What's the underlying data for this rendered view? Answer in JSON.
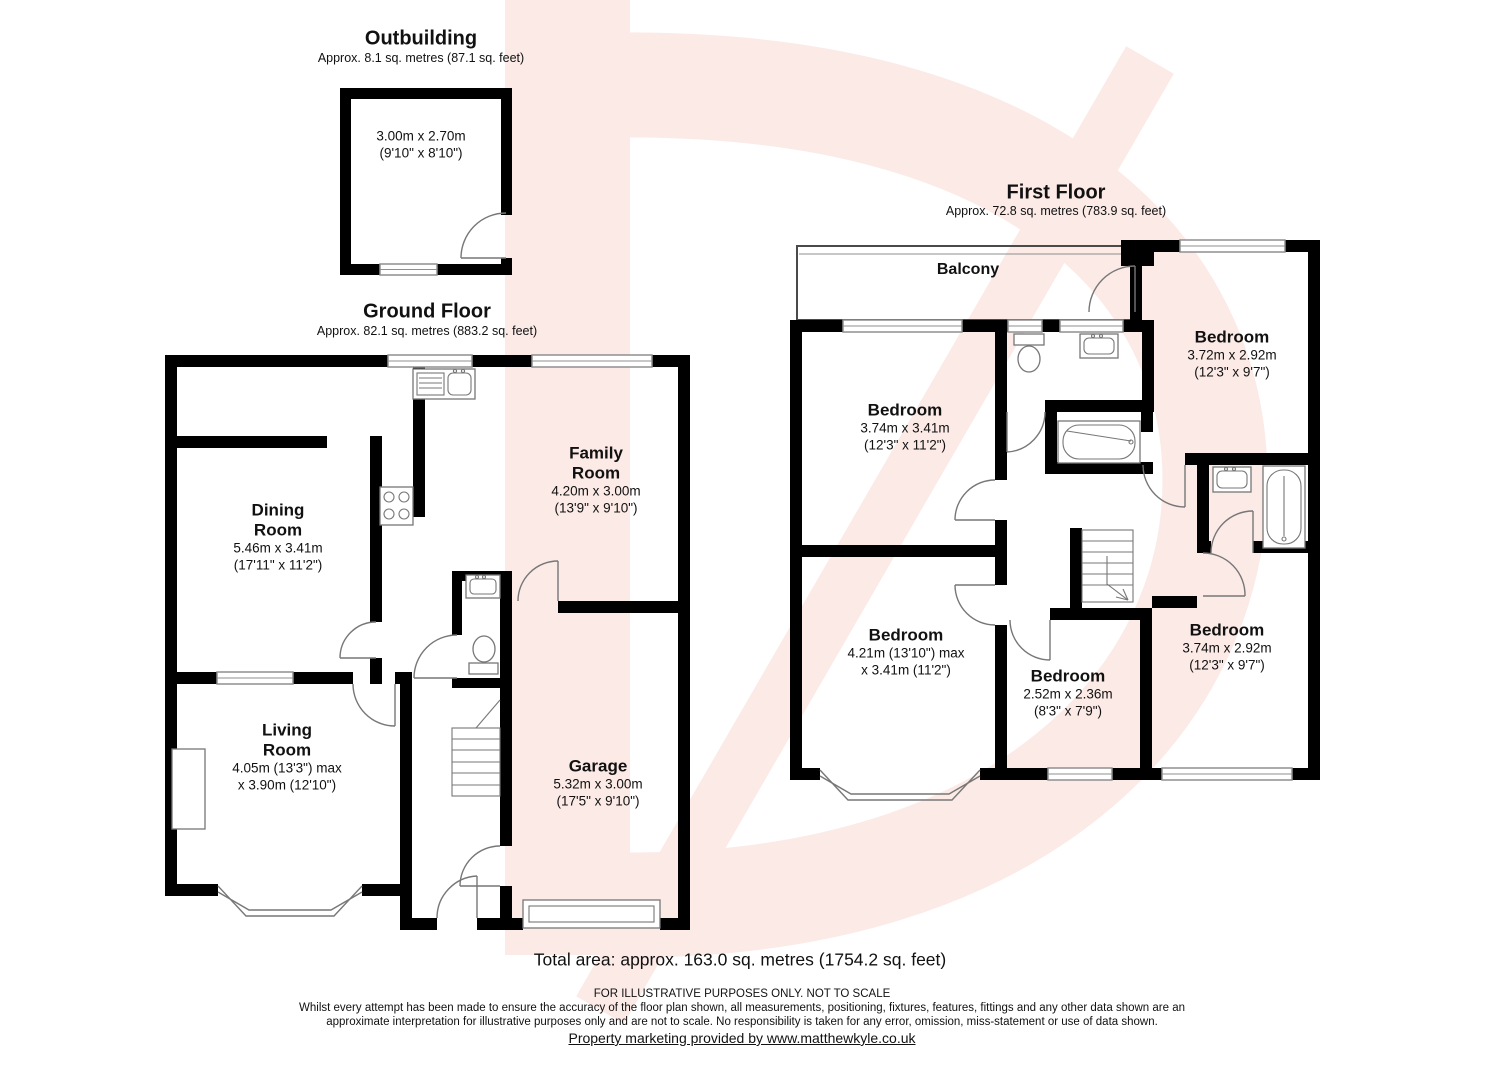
{
  "palette": {
    "wall": "#000000",
    "fixture_stroke": "#777777",
    "window_stroke": "#8f8f8f",
    "watermark": "#fbeae6",
    "text": "#111111"
  },
  "outbuilding": {
    "title": "Outbuilding",
    "subtitle": "Approx. 8.1 sq. metres (87.1 sq. feet)",
    "room": {
      "l1": "3.00m x 2.70m",
      "l2": "(9'10\" x 8'10\")"
    }
  },
  "ground_floor": {
    "title": "Ground Floor",
    "subtitle": "Approx. 82.1 sq. metres (883.2 sq. feet)",
    "rooms": [
      {
        "name": "Dining\nRoom",
        "l1": "5.46m x 3.41m",
        "l2": "(17'11\" x 11'2\")"
      },
      {
        "name": "Family\nRoom",
        "l1": "4.20m x 3.00m",
        "l2": "(13'9\" x 9'10\")"
      },
      {
        "name": "Living\nRoom",
        "l1": "4.05m (13'3\") max",
        "l2": "x 3.90m (12'10\")"
      },
      {
        "name": "Garage",
        "l1": "5.32m x 3.00m",
        "l2": "(17'5\" x 9'10\")"
      }
    ]
  },
  "first_floor": {
    "title": "First Floor",
    "subtitle": "Approx. 72.8 sq. metres (783.9 sq. feet)",
    "balcony_label": "Balcony",
    "rooms": [
      {
        "name": "Bedroom",
        "l1": "3.74m x 3.41m",
        "l2": "(12'3\" x 11'2\")"
      },
      {
        "name": "Bedroom",
        "l1": "3.72m x 2.92m",
        "l2": "(12'3\" x 9'7\")"
      },
      {
        "name": "Bedroom",
        "l1": "4.21m (13'10\") max",
        "l2": "x 3.41m (11'2\")"
      },
      {
        "name": "Bedroom",
        "l1": "2.52m x 2.36m",
        "l2": "(8'3\" x 7'9\")"
      },
      {
        "name": "Bedroom",
        "l1": "3.74m x 2.92m",
        "l2": "(12'3\" x 9'7\")"
      }
    ]
  },
  "footer": {
    "total_area": "Total area: approx. 163.0 sq. metres (1754.2 sq. feet)",
    "illustrative": "FOR ILLUSTRATIVE PURPOSES ONLY. NOT TO SCALE",
    "disclaimer_line1": "Whilst every attempt has been made to ensure the accuracy of the floor plan shown, all measurements, positioning, fixtures, features, fittings and any other data shown are an",
    "disclaimer_line2": "approximate interpretation for illustrative purposes only and are not to scale. No responsibility is taken for any error, omission, miss-statement or use of data shown.",
    "marketing_link": "Property marketing provided by www.matthewkyle.co.uk"
  }
}
